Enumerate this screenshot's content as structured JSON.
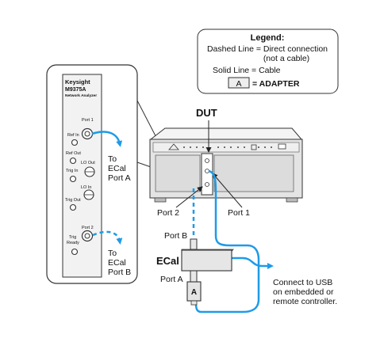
{
  "legend": {
    "title": "Legend:",
    "dashed_line_1": "Dashed Line = Direct connection",
    "dashed_line_2": "(not a cable)",
    "solid_line": "Solid Line = Cable",
    "adapter_symbol": "A",
    "adapter_label": "= ADAPTER"
  },
  "analyzer": {
    "brand": "Keysight",
    "model": "M9375A",
    "name": "Network Analyzer",
    "port1": "Port 1",
    "ref_in": "Ref In",
    "ref_out": "Ref Out",
    "lo_out": "LO Out",
    "trig_in": "Trig In",
    "lo_in": "LO In",
    "trig_out": "Trig Out",
    "port2": "Port 2",
    "trig_ready_1": "Trig",
    "trig_ready_2": "Ready"
  },
  "labels": {
    "dut": "DUT",
    "to_ecal_a_1": "To",
    "to_ecal_a_2": "ECal",
    "to_ecal_a_3": "Port A",
    "to_ecal_b_1": "To",
    "to_ecal_b_2": "ECal",
    "to_ecal_b_3": "Port B",
    "dut_port2": "Port 2",
    "dut_port1": "Port 1",
    "ecal": "ECal",
    "ecal_port_b": "Port B",
    "ecal_port_a": "Port A",
    "adapter": "A",
    "usb_1": "Connect to USB",
    "usb_2": "on embedded or",
    "usb_3": "remote controller."
  },
  "colors": {
    "cable": "#1e9be8",
    "outline": "#222222",
    "panel": "#f2f2f2",
    "dut_body": "#e4e4e4"
  }
}
